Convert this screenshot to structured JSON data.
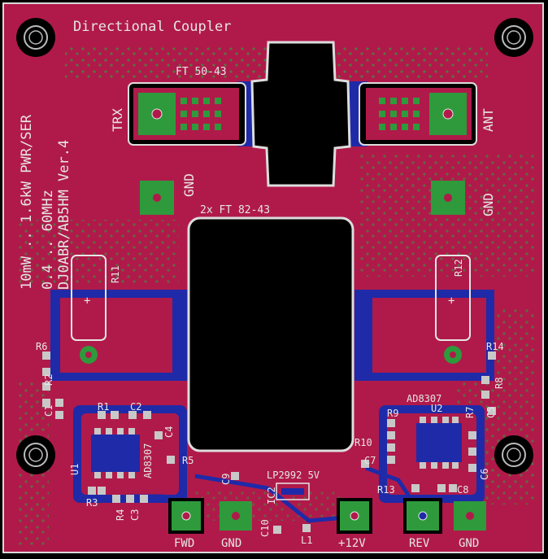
{
  "board": {
    "title": "Directional Coupler",
    "side_line1": "10mW .. 1.6kW PWR/SER",
    "side_line2": "0.4 .. 60MHz",
    "side_line3": "DJ0ABR/AB5HM Ver.4"
  },
  "transformers": {
    "top_label": "FT 50-43",
    "center_label": "2x FT 82-43"
  },
  "connectors": {
    "trx": "TRX",
    "ant": "ANT",
    "gnd_left": "GND",
    "gnd_right": "GND",
    "fwd": "FWD",
    "gnd_bottom1": "GND",
    "v12": "+12V",
    "rev": "REV",
    "gnd_bottom2": "GND"
  },
  "parts": {
    "r11": "R11",
    "r12": "R12",
    "r6": "R6",
    "r2": "R2",
    "c1": "C1",
    "r1": "R1",
    "c2": "C2",
    "c4": "C4",
    "ic_left": "AD8307",
    "u1": "U1",
    "r5": "R5",
    "r3": "R3",
    "r4": "R4",
    "c3": "C3",
    "c9": "C9",
    "ic2": "IC2",
    "reg": "LP2992 5V",
    "c10": "C10",
    "l1": "L1",
    "r14": "R14",
    "r8": "R8",
    "ic_right": "AD8307",
    "u2": "U2",
    "r7": "R7",
    "c5": "C5",
    "r9": "R9",
    "r10": "R10",
    "c7": "C7",
    "r13": "R13",
    "c8": "C8",
    "c6": "C6"
  },
  "colors": {
    "board": "#b01a4a",
    "copper_bottom": "#1f2aa8",
    "pad": "#2e9a3c",
    "silk": "#e6e6e6",
    "hole": "#000000"
  }
}
